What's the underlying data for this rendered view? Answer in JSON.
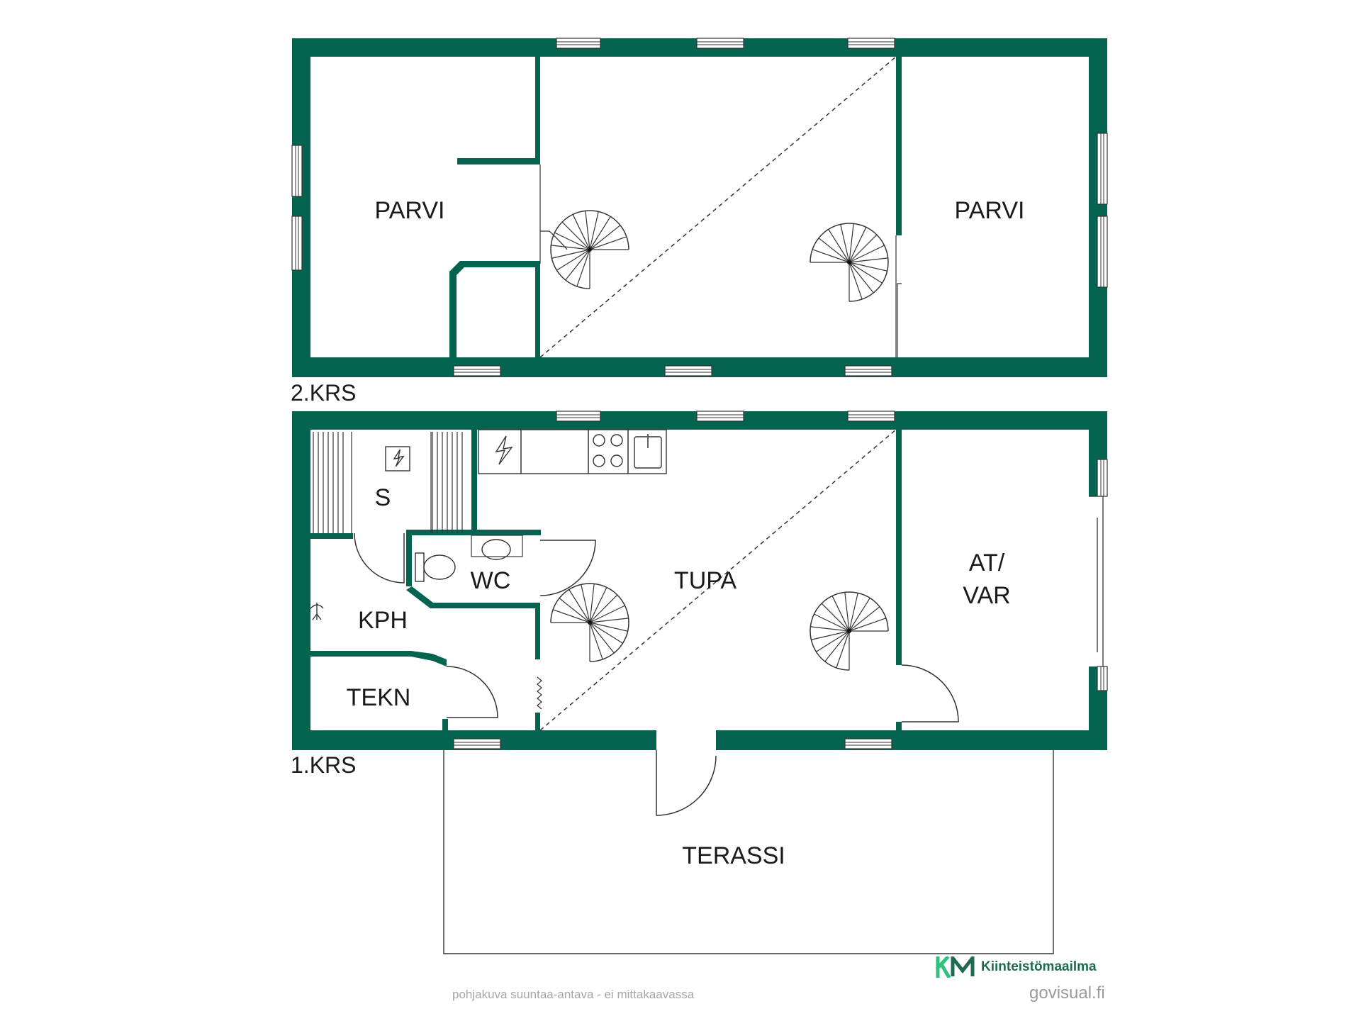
{
  "colors": {
    "wall": "#046450",
    "line": "#333333",
    "brand_light": "#2ec27e",
    "brand_dark": "#1e6b4f"
  },
  "floors": {
    "upper_label": "2.KRS",
    "lower_label": "1.KRS"
  },
  "rooms": {
    "parvi_left": "PARVI",
    "parvi_right": "PARVI",
    "sauna": "S",
    "wc": "WC",
    "tupa": "TUPA",
    "at_var_line1": "AT/",
    "at_var_line2": "VAR",
    "kph": "KPH",
    "tekn": "TEKN",
    "terassi": "TERASSI"
  },
  "brand": {
    "logo_letters": "KM",
    "name": "Kiinteistömaailma"
  },
  "footer": {
    "disclaimer": "pohjakuva suuntaa-antava - ei mittakaavassa",
    "credit": "govisual.fi"
  },
  "icons": [
    "window-icon",
    "spiral-stair-icon",
    "stove-icon",
    "sink-icon",
    "toilet-icon",
    "washbasin-icon",
    "shower-icon",
    "electric-heater-icon",
    "door-swing-icon"
  ]
}
